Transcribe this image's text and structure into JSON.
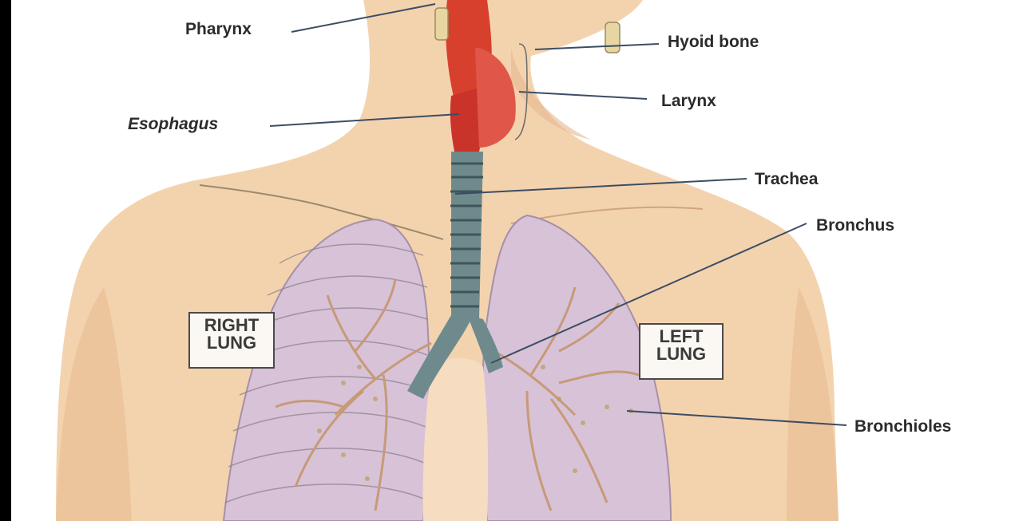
{
  "labels": {
    "pharynx": "Pharynx",
    "hyoid_bone": "Hyoid bone",
    "larynx": "Larynx",
    "esophagus": "Esophagus",
    "trachea": "Trachea",
    "bronchus": "Bronchus",
    "bronchioles": "Bronchioles",
    "right_lung_line1": "RIGHT",
    "right_lung_line2": "LUNG",
    "left_lung_line1": "LEFT",
    "left_lung_line2": "LUNG"
  },
  "colors": {
    "skin": "#f3d3ae",
    "skin_shadow": "#e8b98c",
    "background": "#ffffff",
    "frame": "#000000",
    "lung": "#d7c2d8",
    "bronchi": "#c79a77",
    "esophagus": "#d8402e",
    "trachea": "#6f8a8d",
    "leader_line": "#3c4d63"
  }
}
